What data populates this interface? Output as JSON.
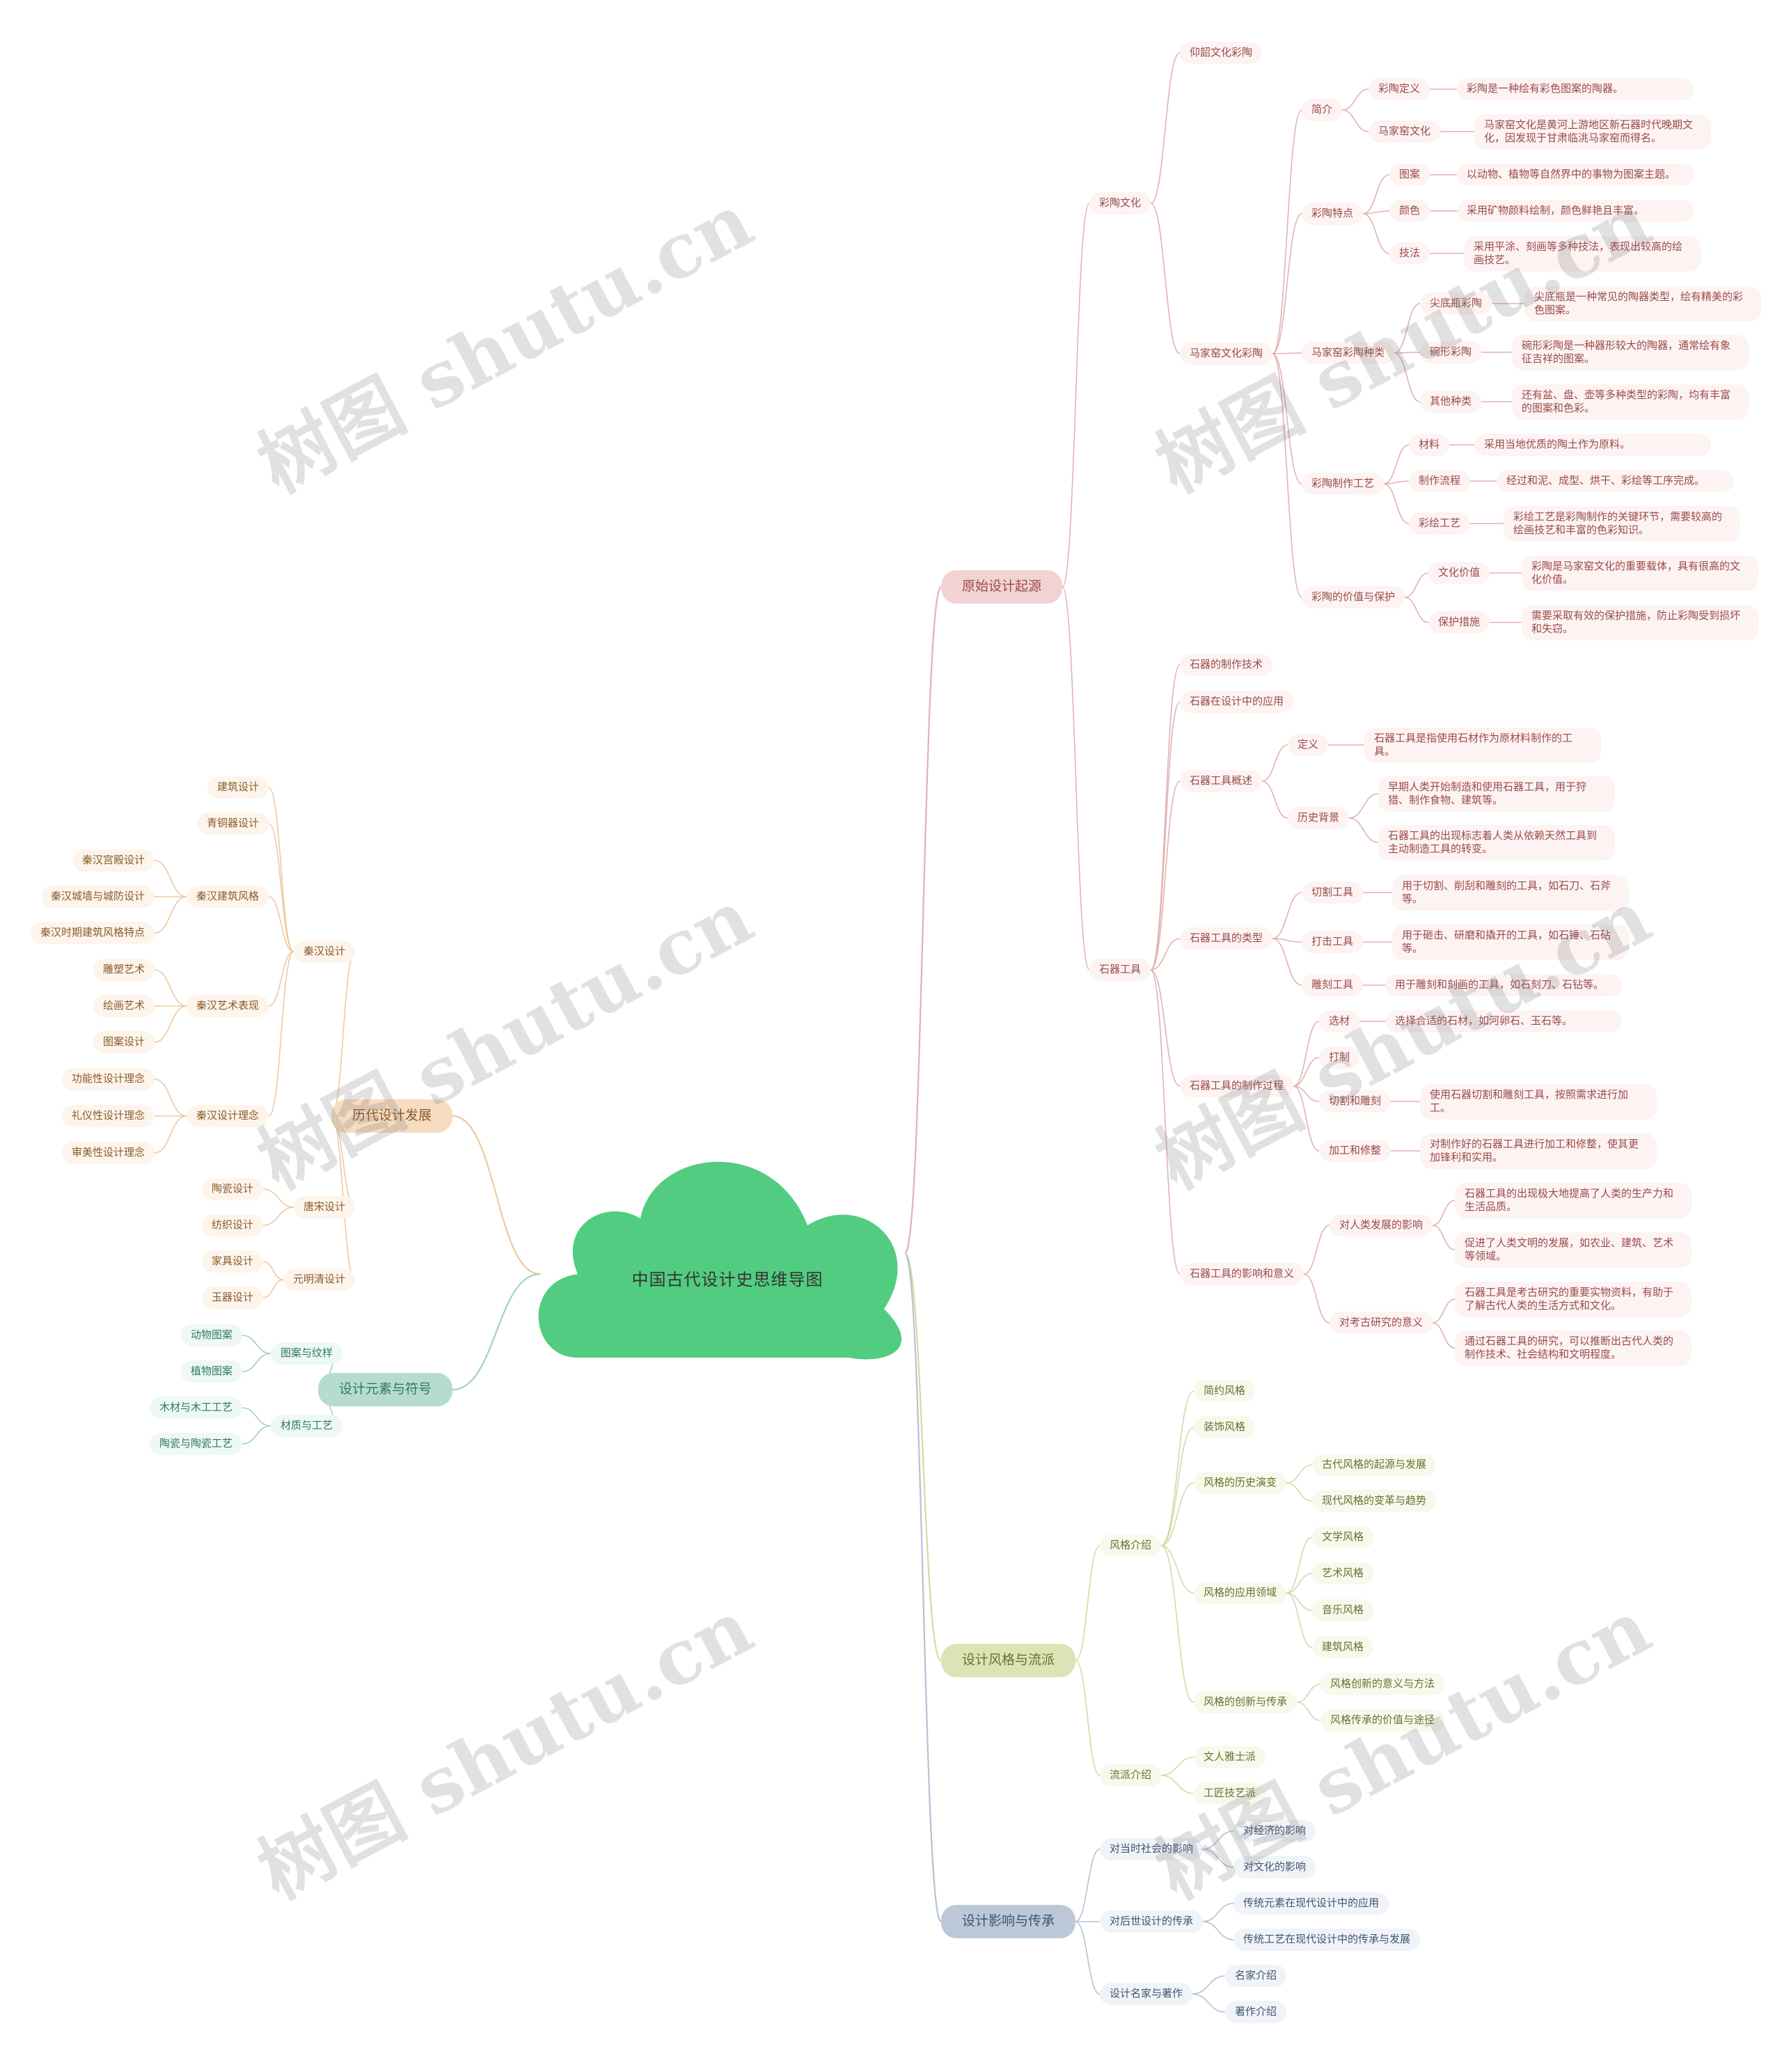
{
  "center": {
    "title": "中国古代设计史思维导图",
    "color": "#52cc80"
  },
  "watermark": "树图 shutu.cn",
  "colors": {
    "origin": {
      "node": "#f2d3d3",
      "text": "#9a4a4a",
      "line": "#e2b2b2",
      "pill": "#fdf3f3"
    },
    "history": {
      "node": "#f7dcc0",
      "text": "#8a5a2a",
      "line": "#f0c8a0",
      "pill": "#fdf5ec"
    },
    "elements": {
      "node": "#b6dccd",
      "text": "#2f7a64",
      "line": "#a2d2c0",
      "pill": "#eef8f4"
    },
    "style": {
      "node": "#dde3b6",
      "text": "#6a7030",
      "line": "#d2dba6",
      "pill": "#f8f9ec"
    },
    "impact": {
      "node": "#bcc8d8",
      "text": "#3d5570",
      "line": "#b4c2d4",
      "pill": "#f0f3f8"
    }
  },
  "tree": {
    "origin": {
      "label": "原始设计起源",
      "pottery": {
        "label": "彩陶文化",
        "yangshao": "仰韶文化彩陶",
        "majiayao": {
          "label": "马家窑文化彩陶",
          "intro": {
            "label": "简介",
            "def": {
              "label": "彩陶定义",
              "text": "彩陶是一种绘有彩色图案的陶器。"
            },
            "culture": {
              "label": "马家窑文化",
              "text": "马家窑文化是黄河上游地区新石器时代晚期文化，因发现于甘肃临洮马家窑而得名。"
            }
          },
          "features": {
            "label": "彩陶特点",
            "pattern": {
              "label": "图案",
              "text": "以动物、植物等自然界中的事物为图案主题。"
            },
            "color": {
              "label": "颜色",
              "text": "采用矿物颜料绘制，颜色鲜艳且丰富。"
            },
            "tech": {
              "label": "技法",
              "text": "采用平涂、刻画等多种技法，表现出较高的绘画技艺。"
            }
          },
          "types": {
            "label": "马家窑彩陶种类",
            "pointed": {
              "label": "尖底瓶彩陶",
              "text": "尖底瓶是一种常见的陶器类型，绘有精美的彩色图案。"
            },
            "bowl": {
              "label": "碗形彩陶",
              "text": "碗形彩陶是一种器形较大的陶器，通常绘有象征吉祥的图案。"
            },
            "other": {
              "label": "其他种类",
              "text": "还有盆、盘、壶等多种类型的彩陶，均有丰富的图案和色彩。"
            }
          },
          "process": {
            "label": "彩陶制作工艺",
            "material": {
              "label": "材料",
              "text": "采用当地优质的陶土作为原料。"
            },
            "flow": {
              "label": "制作流程",
              "text": "经过和泥、成型、烘干、彩绘等工序完成。"
            },
            "painting": {
              "label": "彩绘工艺",
              "text": "彩绘工艺是彩陶制作的关键环节，需要较高的绘画技艺和丰富的色彩知识。"
            }
          },
          "value": {
            "label": "彩陶的价值与保护",
            "cultural": {
              "label": "文化价值",
              "text": "彩陶是马家窑文化的重要载体，具有很高的文化价值。"
            },
            "protect": {
              "label": "保护措施",
              "text": "需要采取有效的保护措施，防止彩陶受到损坏和失窃。"
            }
          }
        }
      },
      "stone": {
        "label": "石器工具",
        "making": "石器的制作技术",
        "application": "石器在设计中的应用",
        "overview": {
          "label": "石器工具概述",
          "def": {
            "label": "定义",
            "text": "石器工具是指使用石材作为原材料制作的工具。"
          },
          "bg": {
            "label": "历史背景",
            "text1": "早期人类开始制造和使用石器工具，用于狩猎、制作食物、建筑等。",
            "text2": "石器工具的出现标志着人类从依赖天然工具到主动制造工具的转变。"
          }
        },
        "types": {
          "label": "石器工具的类型",
          "cut": {
            "label": "切割工具",
            "text": "用于切割、削刮和雕刻的工具，如石刀、石斧等。"
          },
          "strike": {
            "label": "打击工具",
            "text": "用于砸击、研磨和撬开的工具，如石锤、石砧等。"
          },
          "carve": {
            "label": "雕刻工具",
            "text": "用于雕刻和刻画的工具，如石刻刀、石钻等。"
          }
        },
        "process": {
          "label": "石器工具的制作过程",
          "select": {
            "label": "选材",
            "text": "选择合适的石材，如河卵石、玉石等。"
          },
          "knock": {
            "label": "打制"
          },
          "cutcarve": {
            "label": "切割和雕刻",
            "text": "使用石器切割和雕刻工具，按照需求进行加工。"
          },
          "finish": {
            "label": "加工和修整",
            "text": "对制作好的石器工具进行加工和修整，使其更加锋利和实用。"
          }
        },
        "impact": {
          "label": "石器工具的影响和意义",
          "human": {
            "label": "对人类发展的影响",
            "text1": "石器工具的出现极大地提高了人类的生产力和生活品质。",
            "text2": "促进了人类文明的发展，如农业、建筑、艺术等领域。"
          },
          "arch": {
            "label": "对考古研究的意义",
            "text1": "石器工具是考古研究的重要实物资料，有助于了解古代人类的生活方式和文化。",
            "text2": "通过石器工具的研究，可以推断出古代人类的制作技术、社会结构和文明程度。"
          }
        }
      }
    },
    "style": {
      "label": "设计风格与流派",
      "intro": {
        "label": "风格介绍",
        "simple": "简约风格",
        "decor": "装饰风格",
        "history": {
          "label": "风格的历史演变",
          "a": "古代风格的起源与发展",
          "b": "现代风格的变革与趋势"
        },
        "fields": {
          "label": "风格的应用领域",
          "a": "文学风格",
          "b": "艺术风格",
          "c": "音乐风格",
          "d": "建筑风格"
        },
        "innov": {
          "label": "风格的创新与传承",
          "a": "风格创新的意义与方法",
          "b": "风格传承的价值与途径"
        }
      },
      "schools": {
        "label": "流派介绍",
        "a": "文人雅士派",
        "b": "工匠技艺派"
      }
    },
    "impact": {
      "label": "设计影响与传承",
      "society": {
        "label": "对当时社会的影响",
        "a": "对经济的影响",
        "b": "对文化的影响"
      },
      "later": {
        "label": "对后世设计的传承",
        "a": "传统元素在现代设计中的应用",
        "b": "传统工艺在现代设计中的传承与发展"
      },
      "masters": {
        "label": "设计名家与著作",
        "a": "名家介绍",
        "b": "著作介绍"
      }
    },
    "history": {
      "label": "历代设计发展",
      "qinhan": {
        "label": "秦汉设计",
        "arch": "建筑设计",
        "bronze": "青铜器设计",
        "archstyle": {
          "label": "秦汉建筑风格",
          "a": "秦汉宫殿设计",
          "b": "秦汉城墙与城防设计",
          "c": "秦汉时期建筑风格特点"
        },
        "art": {
          "label": "秦汉艺术表现",
          "a": "雕塑艺术",
          "b": "绘画艺术",
          "c": "图案设计"
        },
        "concept": {
          "label": "秦汉设计理念",
          "a": "功能性设计理念",
          "b": "礼仪性设计理念",
          "c": "审美性设计理念"
        }
      },
      "tangsong": {
        "label": "唐宋设计",
        "a": "陶瓷设计",
        "b": "纺织设计"
      },
      "yuanming": {
        "label": "元明清设计",
        "a": "家具设计",
        "b": "玉器设计"
      }
    },
    "elements": {
      "label": "设计元素与符号",
      "pattern": {
        "label": "图案与纹样",
        "a": "动物图案",
        "b": "植物图案"
      },
      "material": {
        "label": "材质与工艺",
        "a": "木材与木工工艺",
        "b": "陶瓷与陶瓷工艺"
      }
    }
  }
}
